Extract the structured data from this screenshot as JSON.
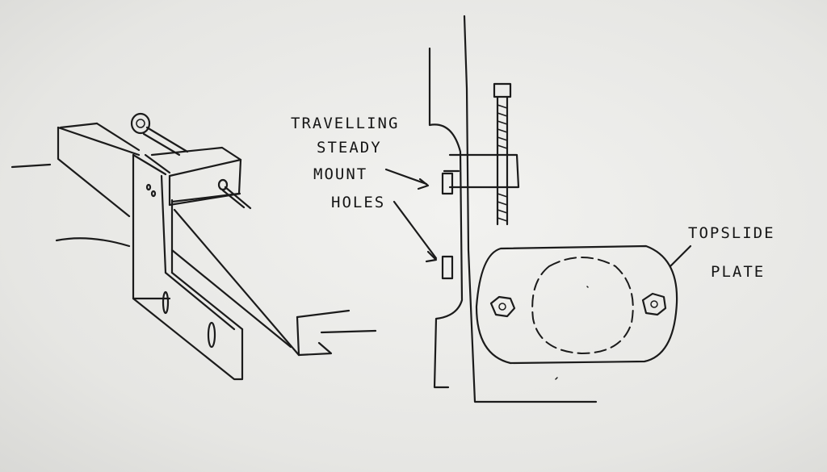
{
  "labels": {
    "travelling": "TRAVELLING",
    "steady": "STEADY",
    "mount": "MOUNT",
    "holes": "HOLES",
    "topslide": "TOPSLIDE",
    "plate": "PLATE"
  },
  "colors": {
    "ink": "#1b1b1b",
    "paper": "#eeeeec"
  }
}
